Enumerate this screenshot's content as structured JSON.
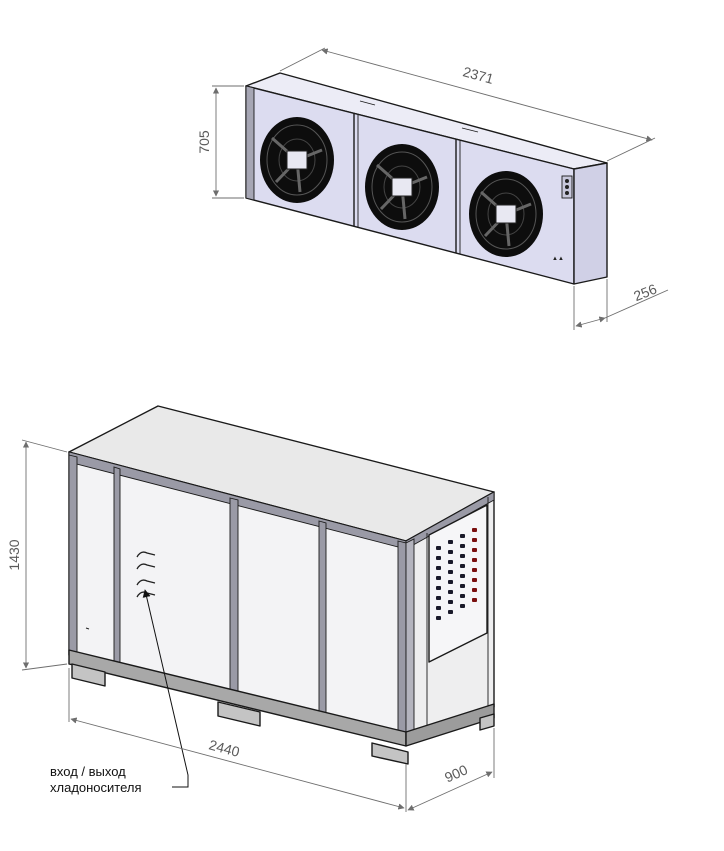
{
  "condenser": {
    "length_label": "2371",
    "height_label": "705",
    "depth_label": "256",
    "fans": [
      "fan",
      "fan",
      "fan"
    ]
  },
  "chiller": {
    "height_label": "1430",
    "length_label": "2440",
    "depth_label": "900",
    "port_note_line1": "вход / выход",
    "port_note_line2": "хладоносителя"
  },
  "colors": {
    "panel": "#dcdcf0",
    "frame": "#9a9aa6",
    "base": "#a8a8a8",
    "indicator_red": "#7a1010",
    "indicator_dark": "#1a1a2a",
    "fan_dark": "#111111"
  }
}
